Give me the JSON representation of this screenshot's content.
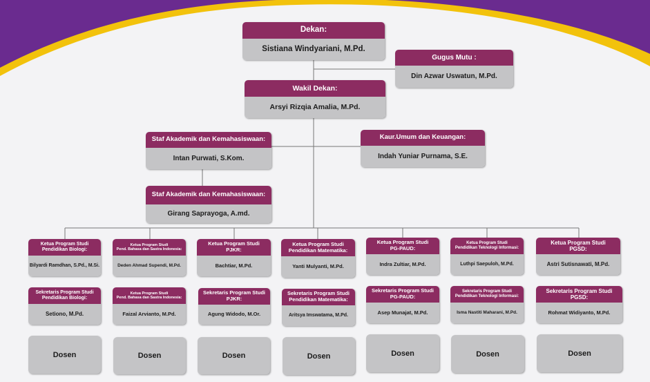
{
  "colors": {
    "header": "#8c2c61",
    "body": "#c4c4c6",
    "background": "#f3f3f5",
    "band_purple": "#6a2b8f",
    "band_gold": "#f2c20c",
    "line": "#777777"
  },
  "dekan": {
    "title": "Dekan:",
    "name": "Sistiana Windyariani, M.Pd."
  },
  "gugus_mutu": {
    "title": "Gugus Mutu :",
    "name": "Din Azwar Uswatun, M.Pd."
  },
  "wakil_dekan": {
    "title": "Wakil Dekan:",
    "name": "Arsyi Rizqia Amalia, M.Pd."
  },
  "staf_akademik_1": {
    "title": "Staf Akademik dan Kemahasiswaan:",
    "name": "Intan Purwati, S.Kom."
  },
  "kaur_umum": {
    "title": "Kaur.Umum dan Keuangan:",
    "name": "Indah Yuniar Purnama, S.E."
  },
  "staf_akademik_2": {
    "title": "Staf Akademik dan Kemahasiswaan:",
    "name": "Girang Saprayoga, A.md."
  },
  "programs": [
    {
      "ketua_title": "Ketua Program Studi\nPendidikan Biologi:",
      "ketua_name": "Bilyardi Ramdhan, S.Pd., M.Si.",
      "sekretaris_title": "Sekretaris Program Studi\nPendidikan Biologi:",
      "sekretaris_name": "Setiono, M.Pd.",
      "dosen": "Dosen"
    },
    {
      "ketua_title": "Ketua Program Studi\nPend. Bahasa dan Sastra Indonesia:",
      "ketua_name": "Deden Ahmad Supendi, M.Pd.",
      "sekretaris_title": "Ketua Program Studi\nPend. Bahasa dan Sastra Indonesia:",
      "sekretaris_name": "Faizal Arvianto, M.Pd.",
      "dosen": "Dosen"
    },
    {
      "ketua_title": "Ketua Program Studi\nPJKR:",
      "ketua_name": "Bachtiar, M.Pd.",
      "sekretaris_title": "Sekretaris Program Studi\nPJKR:",
      "sekretaris_name": "Agung Widodo, M.Or.",
      "dosen": "Dosen"
    },
    {
      "ketua_title": "Ketua Program Studi\nPendidikan Matematika:",
      "ketua_name": "Yanti Mulyanti, M.Pd.",
      "sekretaris_title": "Sekretaris Program Studi\nPendidikan Matematika:",
      "sekretaris_name": "Aritsya Imswatama, M.Pd.",
      "dosen": "Dosen"
    },
    {
      "ketua_title": "Ketua Program Studi\nPG-PAUD:",
      "ketua_name": "Indra Zultiar, M.Pd.",
      "sekretaris_title": "Sekretaris Program Studi\nPG-PAUD:",
      "sekretaris_name": "Asep Munajat, M.Pd.",
      "dosen": "Dosen"
    },
    {
      "ketua_title": "Ketua Program Studi\nPendidikan Teknologi Informasi:",
      "ketua_name": "Luthpi Saepuloh, M.Pd.",
      "sekretaris_title": "Sekretaris Program Studi\nPendidikan Teknologi Informasi:",
      "sekretaris_name": "Isma Nastiti Maharani, M.Pd.",
      "dosen": "Dosen"
    },
    {
      "ketua_title": "Ketua Program Studi\nPGSD:",
      "ketua_name": "Astri Sutisnawati, M.Pd.",
      "sekretaris_title": "Sekretaris Program Studi\nPGSD:",
      "sekretaris_name": "Rohmat Widiyanto, M.Pd.",
      "dosen": "Dosen"
    }
  ]
}
